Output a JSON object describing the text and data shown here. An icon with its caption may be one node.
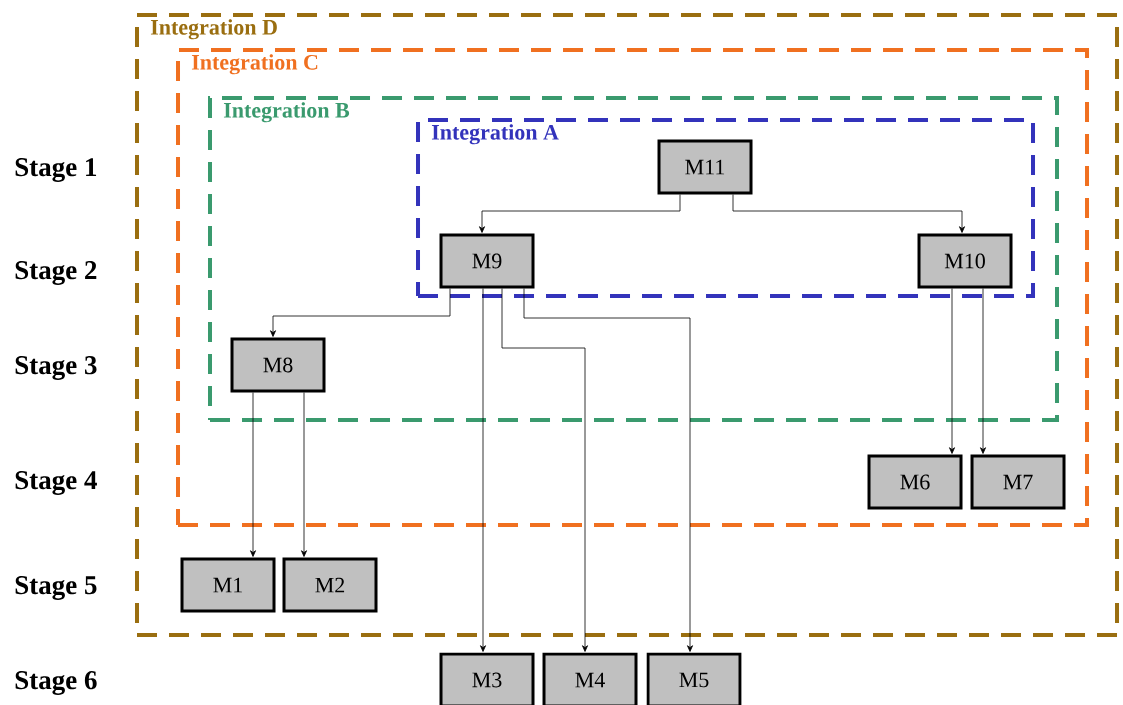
{
  "diagram": {
    "nodes": [
      {
        "text": [
          "Integration D"
        ]
      },
      {
        "text": [
          "Integration C"
        ],
        "in": 0
      },
      {
        "text": [
          "Integration B"
        ],
        "in": 1
      },
      {
        "text": [
          "Integration A"
        ],
        "in": 2
      },
      {
        "text": [
          "M11"
        ],
        "in": 3
      },
      {
        "text": [
          "M9"
        ],
        "in": 3
      },
      {
        "text": [
          "M10"
        ],
        "in": 3
      },
      {
        "text": [
          "M8"
        ],
        "in": 2
      },
      {
        "text": [
          "M6"
        ],
        "in": 1
      },
      {
        "text": [
          "M7"
        ],
        "in": 1
      },
      {
        "text": [
          "M1"
        ],
        "in": 0
      },
      {
        "text": [
          "M2"
        ],
        "in": 0
      },
      {
        "text": [
          "M3"
        ]
      },
      {
        "text": [
          "M4"
        ]
      },
      {
        "text": [
          "M5"
        ]
      }
    ],
    "edges": [
      {
        "from": 4,
        "to": 5,
        "arrow": "to"
      },
      {
        "from": 4,
        "to": 6,
        "arrow": "to"
      },
      {
        "from": 5,
        "to": 7,
        "arrow": "to"
      },
      {
        "from": 5,
        "to": 12,
        "arrow": "to"
      },
      {
        "from": 5,
        "to": 13,
        "arrow": "to"
      },
      {
        "from": 5,
        "to": 14,
        "arrow": "to"
      },
      {
        "from": 6,
        "to": 8,
        "arrow": "to"
      },
      {
        "from": 6,
        "to": 9,
        "arrow": "to"
      },
      {
        "from": 7,
        "to": 10,
        "arrow": "to"
      },
      {
        "from": 7,
        "to": 11,
        "arrow": "to"
      }
    ],
    "labels": [
      "Stage 1",
      "Stage 2",
      "Stage 3",
      "Stage 4",
      "Stage 5",
      "Stage 6"
    ]
  }
}
